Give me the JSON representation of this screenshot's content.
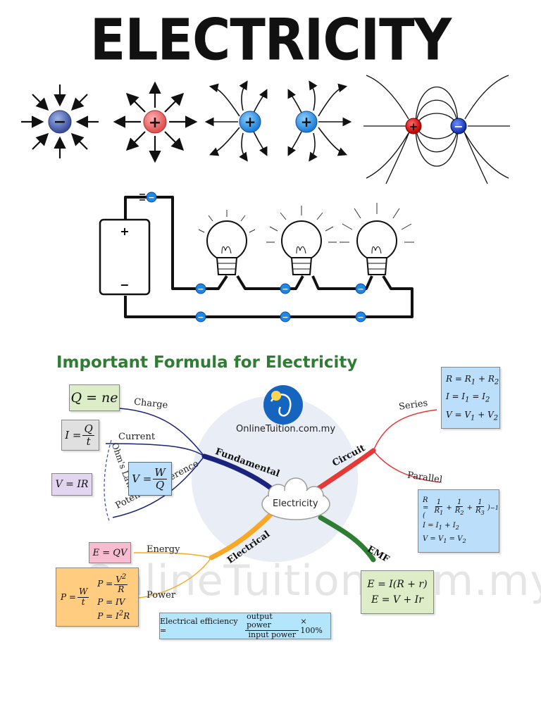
{
  "title": "ELECTRICITY",
  "charges": {
    "negative_sign": "−",
    "positive_sign": "+"
  },
  "circuit": {
    "battery_plus": "+",
    "battery_minus": "−",
    "electron_sign": "−"
  },
  "mindmap": {
    "heading": "Important Formula for Electricity",
    "site": "OnlineTuition.com.my",
    "watermark": "OnlineTuition.com.my",
    "center": "Electricity",
    "branches": {
      "fundamental": "Fundamental",
      "circuit": "Circuit",
      "electrical": "Electrical",
      "emf": "EMF"
    },
    "labels": {
      "charge": "Charge",
      "current": "Current",
      "ohms_law": "Ohm's Law",
      "potential_difference": "Potential Difference",
      "series": "Series",
      "parallel": "Parallel",
      "energy": "Energy",
      "power": "Power"
    },
    "formulas": {
      "charge": "Q = ne",
      "ohm": "V = IR",
      "energy": "E = QV",
      "emf_1": "E = I(R + r)",
      "emf_2": "E = V + Ir",
      "power_2": "P = IV",
      "efficiency_label": "Electrical efficiency =",
      "efficiency_num": "output power",
      "efficiency_den": "input power",
      "efficiency_tail": "× 100%"
    },
    "colors": {
      "fundamental": "#1a237e",
      "circuit": "#e53935",
      "electrical": "#f9a825",
      "emf": "#2e7d32",
      "title": "#2e7d32"
    }
  }
}
